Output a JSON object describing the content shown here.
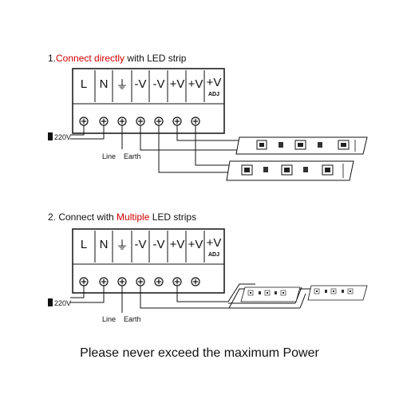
{
  "section1": {
    "num": "1.",
    "highlight": "Connect directly",
    "rest": " with LED strip"
  },
  "section2": {
    "num": "2. Connect with ",
    "highlight": "Multiple",
    "rest": " LED strips"
  },
  "terminals": [
    "L",
    "N",
    "⏚",
    "-V",
    "-V",
    "+V",
    "+V",
    "+V"
  ],
  "adj_label": "ADJ",
  "input_voltage": "220V",
  "line_label": "Line",
  "earth_label": "Earth",
  "footer_note": "Please never exceed the maximum Power",
  "colors": {
    "highlight": "#d10000",
    "line": "#111111",
    "strip": "#ffffff"
  }
}
